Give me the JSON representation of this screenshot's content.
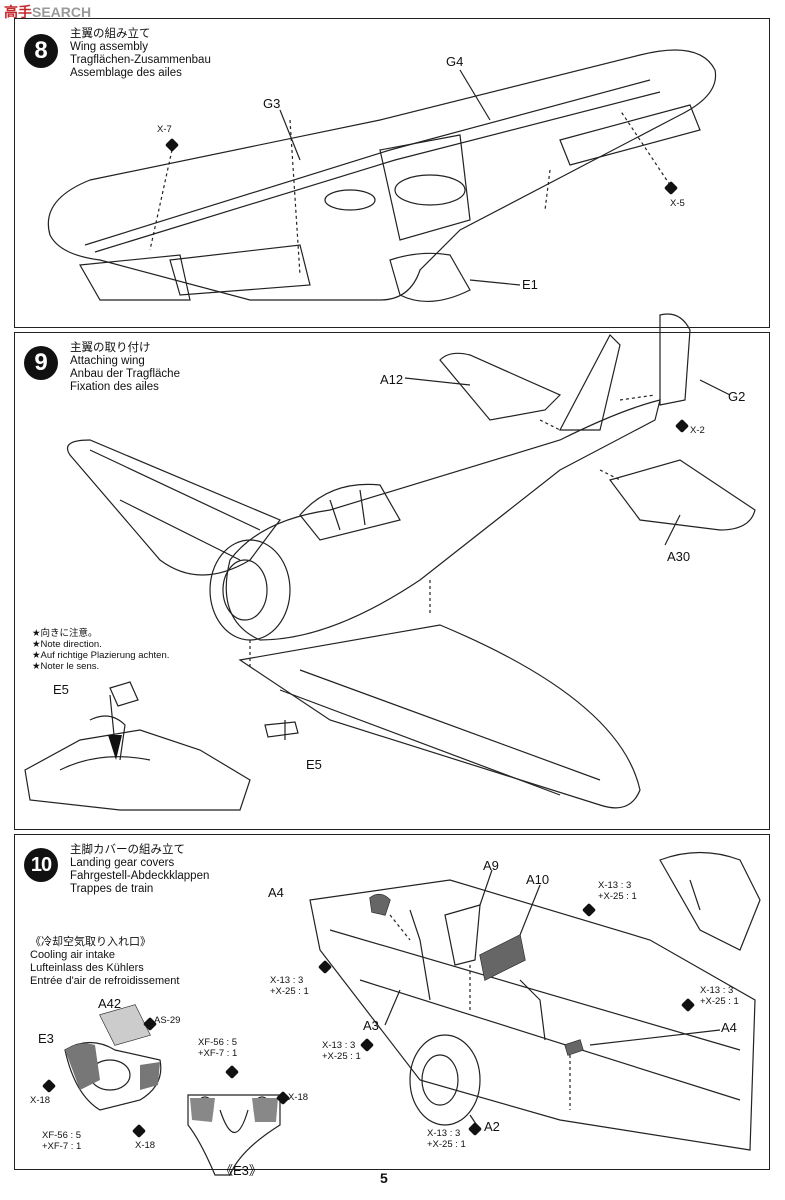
{
  "header": {
    "logo_red": "高手",
    "logo_search": "SEARCH"
  },
  "steps": [
    {
      "number": "8",
      "title_jp": "主翼の組み立て",
      "title_en": "Wing assembly",
      "title_de": "Tragflächen-Zusammenbau",
      "title_fr": "Assemblage des ailes",
      "labels": {
        "g3": "G3",
        "g4": "G4",
        "e1": "E1",
        "x7": "X-7",
        "x5": "X-5"
      }
    },
    {
      "number": "9",
      "title_jp": "主翼の取り付け",
      "title_en": "Attaching wing",
      "title_de": "Anbau der Tragfläche",
      "title_fr": "Fixation des ailes",
      "labels": {
        "a12": "A12",
        "g2": "G2",
        "x2": "X-2",
        "a30": "A30",
        "e5a": "E5",
        "e5b": "E5"
      },
      "note": {
        "jp": "★向きに注意。",
        "en": "★Note direction.",
        "de": "★Auf richtige Plazierung achten.",
        "fr": "★Noter le sens."
      }
    },
    {
      "number": "10",
      "title_jp": "主脚カバーの組み立て",
      "title_en": "Landing gear covers",
      "title_de": "Fahrgestell-Abdeckklappen",
      "title_fr": "Trappes de train",
      "labels": {
        "a4a": "A4",
        "a9": "A9",
        "a10": "A10",
        "a3": "A3",
        "a4b": "A4",
        "a2": "A2",
        "a42": "A42",
        "e3": "E3",
        "as29": "AS-29",
        "x18a": "X-18",
        "x18b": "X-18",
        "x18c": "X-18",
        "e3ref": "《E3》"
      },
      "sub": {
        "jp": "《冷却空気取り入れ口》",
        "en": "Cooling air intake",
        "de": "Lufteinlass des Kühlers",
        "fr": "Entrée d'air de refroidissement"
      },
      "paints": {
        "p1a": "X-13 : 3",
        "p1b": "+X-25 : 1",
        "p2a": "X-13 : 3",
        "p2b": "+X-25 : 1",
        "p3a": "X-13 : 3",
        "p3b": "+X-25 : 1",
        "p4a": "X-13 : 3",
        "p4b": "+X-25 : 1",
        "p5a": "X-13 : 3",
        "p5b": "+X-25 : 1",
        "p6a": "XF-56 : 5",
        "p6b": "+XF-7 : 1",
        "p7a": "XF-56 : 5",
        "p7b": "+XF-7 : 1"
      }
    }
  ],
  "page_number": "5"
}
